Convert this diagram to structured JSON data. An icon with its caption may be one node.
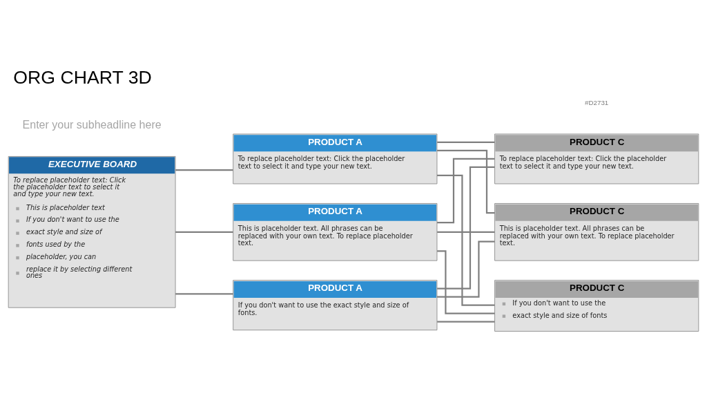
{
  "diagram": {
    "title": "ORG CHART 3D",
    "nodes": [
      {
        "text": [
          "EXECUTIVE BOARD",
          "To replace placeholder text: Click the placeholder text to select it and type your new text.",
          "This is placeholder text",
          "If you don't want to use the",
          "exact style and size of",
          "fonts used by the",
          "placeholder, you can",
          "replace it by selecting different ones"
        ]
      },
      {
        "text": [
          "PRODUCT A",
          "To replace placeholder text: Click the placeholder text to select it and type your new text."
        ]
      },
      {
        "text": [
          "PRODUCT A",
          "This is placeholder text. All phrases can be replaced with your own text. To replace placeholder text."
        ]
      },
      {
        "text": [
          "PRODUCT A",
          "If you don't want to use the exact style and size of fonts."
        ]
      },
      {
        "text": [
          "PRODUCT C",
          "To replace placeholder text: Click the placeholder text to select it and type your new text."
        ]
      },
      {
        "text": [
          "PRODUCT C",
          "This is placeholder text. All phrases can be replaced with your own text. To replace placeholder text."
        ]
      },
      {
        "text": [
          "PRODUCT C",
          "If you don't want to use the",
          "exact style and size of fonts"
        ]
      }
    ],
    "edges": [
      {
        "from": 0,
        "to": 1,
        "arrow": "none"
      },
      {
        "from": 0,
        "to": 2,
        "arrow": "none"
      },
      {
        "from": 0,
        "to": 3,
        "arrow": "none"
      },
      {
        "from": 1,
        "to": 4,
        "arrow": "none"
      },
      {
        "from": 1,
        "to": 5,
        "arrow": "none"
      },
      {
        "from": 1,
        "to": 6,
        "arrow": "none"
      },
      {
        "from": 2,
        "to": 4,
        "arrow": "none"
      },
      {
        "from": 2,
        "to": 5,
        "arrow": "none"
      },
      {
        "from": 2,
        "to": 6,
        "arrow": "none"
      },
      {
        "from": 3,
        "to": 4,
        "arrow": "none"
      },
      {
        "from": 3,
        "to": 5,
        "arrow": "none"
      },
      {
        "from": 3,
        "to": 6,
        "arrow": "none"
      }
    ],
    "labels": [
      "#D2731",
      "Enter your subheadline here"
    ]
  }
}
